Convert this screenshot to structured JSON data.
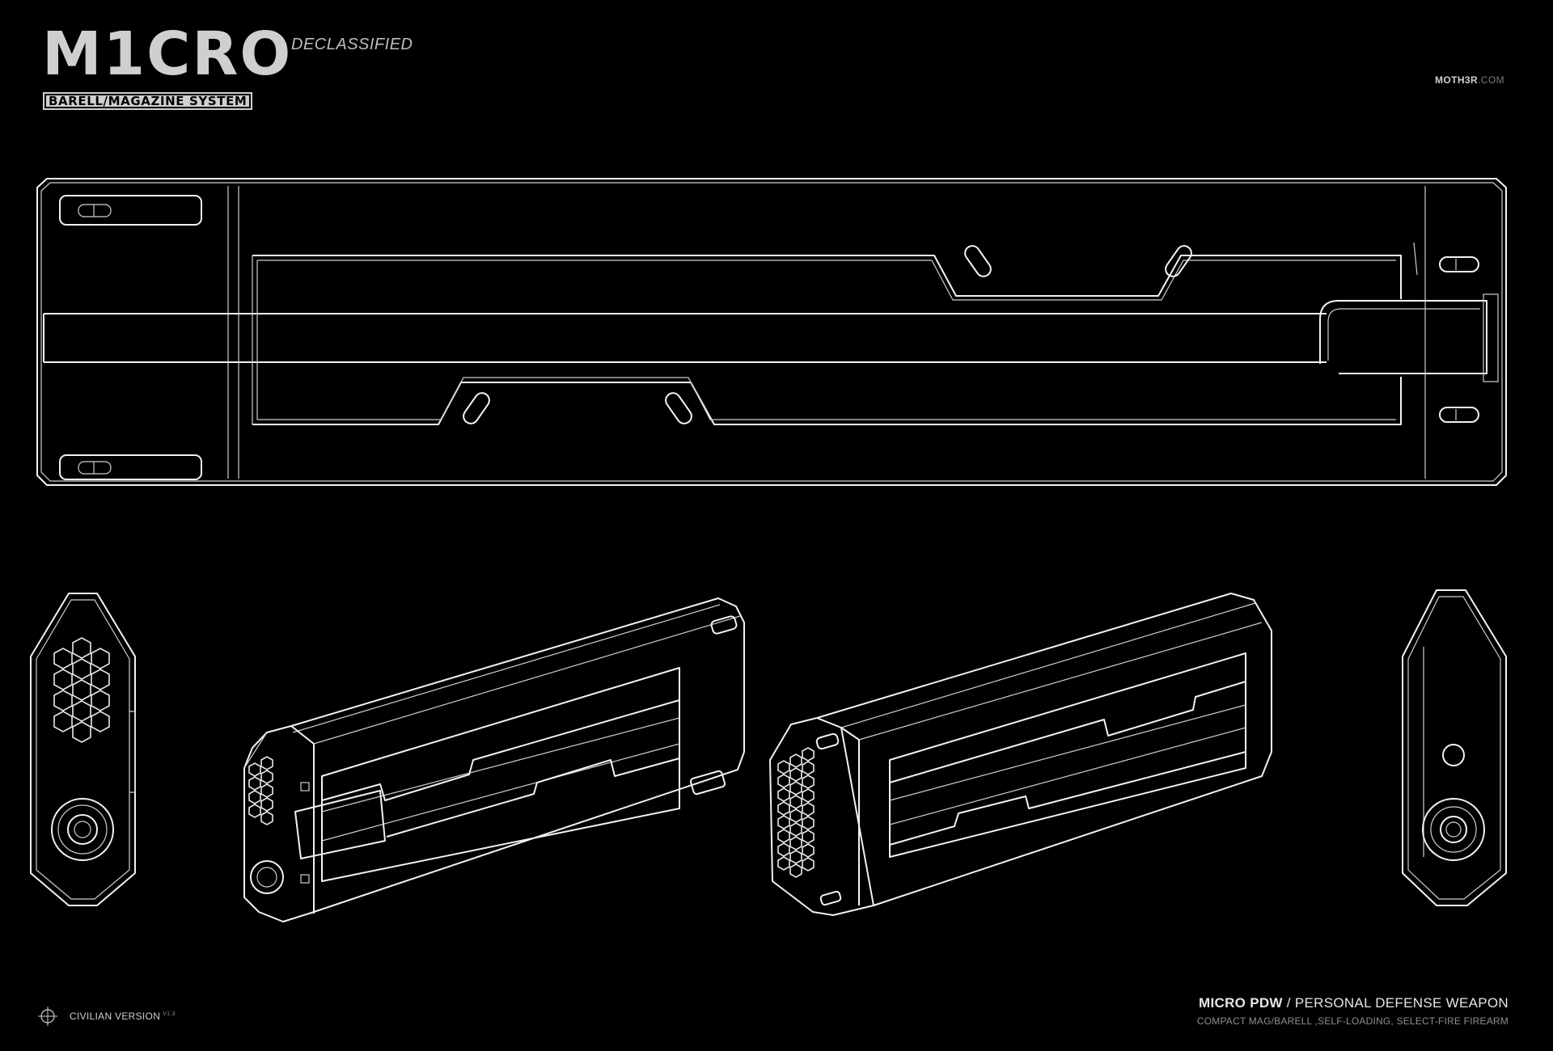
{
  "header": {
    "title": "M1CRO",
    "subtitle": "DECLASSIFIED",
    "badge": "BARELL/MAGAZINE SYSTEM",
    "site_bold": "MOTH3R",
    "site_dim": ".COM"
  },
  "footer": {
    "edition": "CIVILIAN VERSION",
    "edition_version": "V1.3",
    "product_bold": "MICRO PDW",
    "product_rest": " / PERSONAL DEFENSE WEAPON",
    "description": "COMPACT MAG/BARELL ,SELF-LOADING, SELECT-FIRE FIREARM"
  },
  "icons": {
    "footer": "crosshair-icon"
  }
}
